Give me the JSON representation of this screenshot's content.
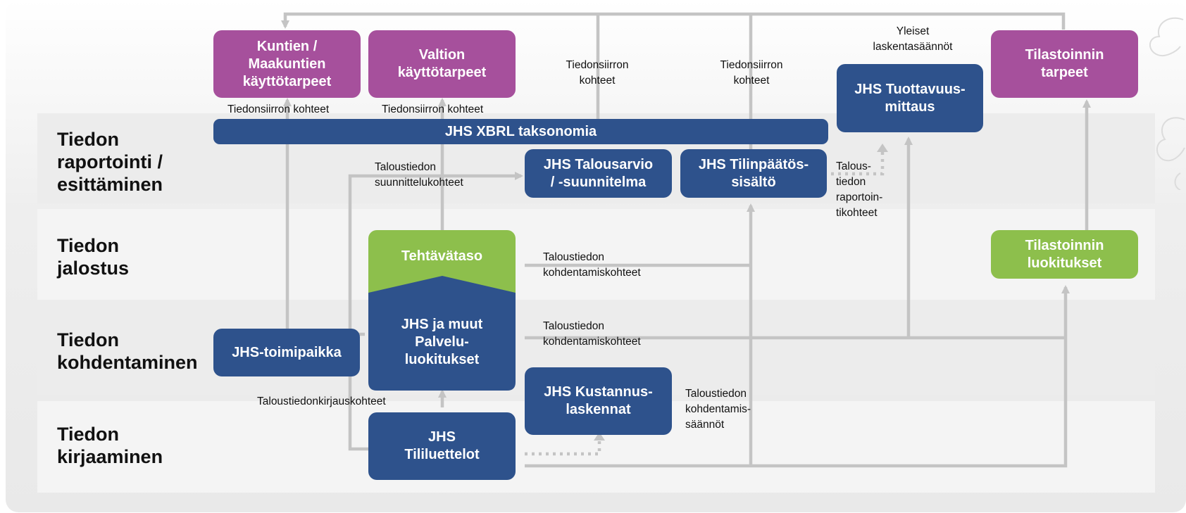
{
  "rows": [
    {
      "label": "Tiedon\nraportointi /\nesittäminen"
    },
    {
      "label": "Tiedon\njalostus"
    },
    {
      "label": "Tiedon\nkohdentaminen"
    },
    {
      "label": "Tiedon\nkirjaaminen"
    }
  ],
  "boxes": {
    "kuntien": "Kuntien /\nMaakuntien\nkäyttötarpeet",
    "valtion": "Valtion\nkäyttötarpeet",
    "tilastoinnin_tarpeet": "Tilastoinnin\ntarpeet",
    "tuottavuus": "JHS Tuottavuus-\nmittaus",
    "xbrl": "JHS XBRL taksonomia",
    "talousarvio": "JHS Talousarvio\n/ -suunnitelma",
    "tilinpaatos": "JHS Tilinpäätös-\nsisältö",
    "tehtavataso": "Tehtävätaso",
    "palvelu": "JHS ja muut\nPalvelu-\nluokitukset",
    "tilastoinnin_luokitukset": "Tilastoinnin\nluokitukset",
    "toimipaikka": "JHS-toimipaikka",
    "kustannus": "JHS Kustannus-\nlaskennat",
    "tililuettelot": "JHS\nTililuettelot"
  },
  "labels": {
    "tiedonsiirron_kohteet_1": "Tiedonsiirron kohteet",
    "tiedonsiirron_kohteet_2": "Tiedonsiirron kohteet",
    "tiedonsiirron_kohteet_3": "Tiedonsiirron\nkohteet",
    "tiedonsiirron_kohteet_4": "Tiedonsiirron\nkohteet",
    "yleiset": "Yleiset\nlaskentasäännöt",
    "suunnittelukohteet": "Taloustiedon\nsuunnittelukohteet",
    "raportointikohteet": "Talous-\ntiedon\nraportoin-\ntikohteet",
    "kohdentamiskohteet_1": "Taloustiedon\nkohdentamiskohteet",
    "kohdentamiskohteet_2": "Taloustiedon\nkohdentamiskohteet",
    "kirjauskohteet": "Taloustiedonkirjauskohteet",
    "kohdentamissaannot": "Taloustiedon\nkohdentamis-\nsäännöt"
  },
  "colors": {
    "blue": "#2e528c",
    "purple": "#a6509c",
    "green": "#8dbf4c",
    "connector": "#c4c4c4",
    "band": "#ececec"
  }
}
